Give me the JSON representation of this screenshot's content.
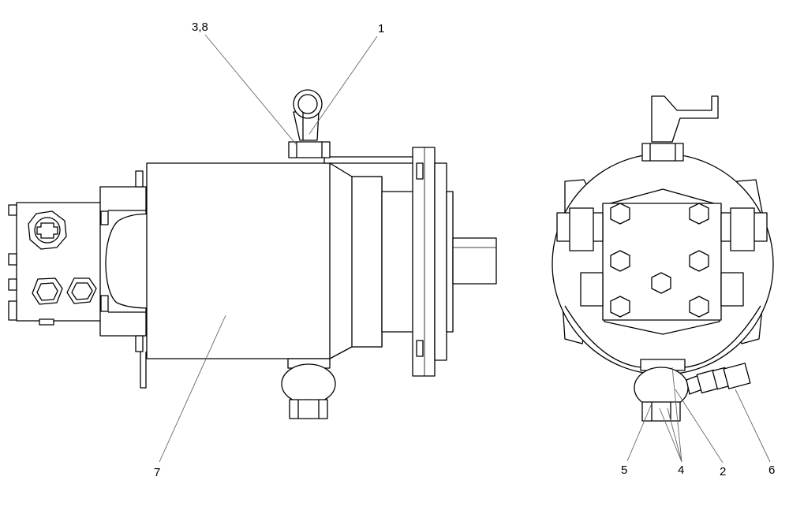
{
  "callouts": {
    "c38": "3,8",
    "c1": "1",
    "c7": "7",
    "c5": "5",
    "c4": "4",
    "c2": "2",
    "c6": "6"
  },
  "colors": {
    "line": "#000000",
    "leader": "#666666",
    "background": "#ffffff"
  }
}
